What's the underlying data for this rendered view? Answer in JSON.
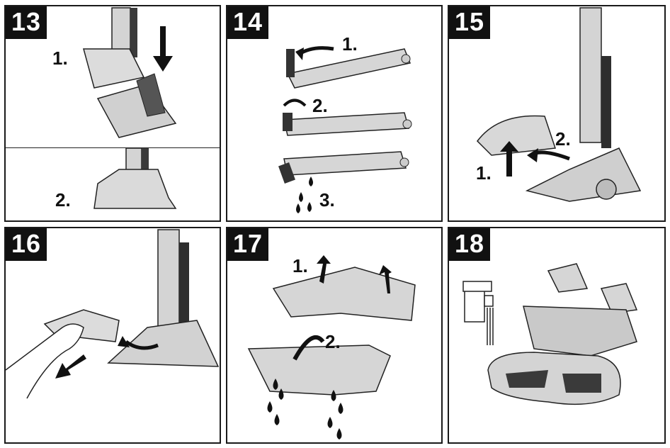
{
  "panels": [
    {
      "number": "13",
      "steps": [
        "1.",
        "2."
      ]
    },
    {
      "number": "14",
      "steps": [
        "1.",
        "2.",
        "3."
      ]
    },
    {
      "number": "15",
      "steps": [
        "1.",
        "2."
      ]
    },
    {
      "number": "16",
      "steps": []
    },
    {
      "number": "17",
      "steps": [
        "1.",
        "2."
      ]
    },
    {
      "number": "18",
      "steps": []
    }
  ],
  "colors": {
    "frame": "#1a1a1a",
    "badge": "#111111",
    "device": "#c8c8c8",
    "dark": "#3a3a3a"
  }
}
